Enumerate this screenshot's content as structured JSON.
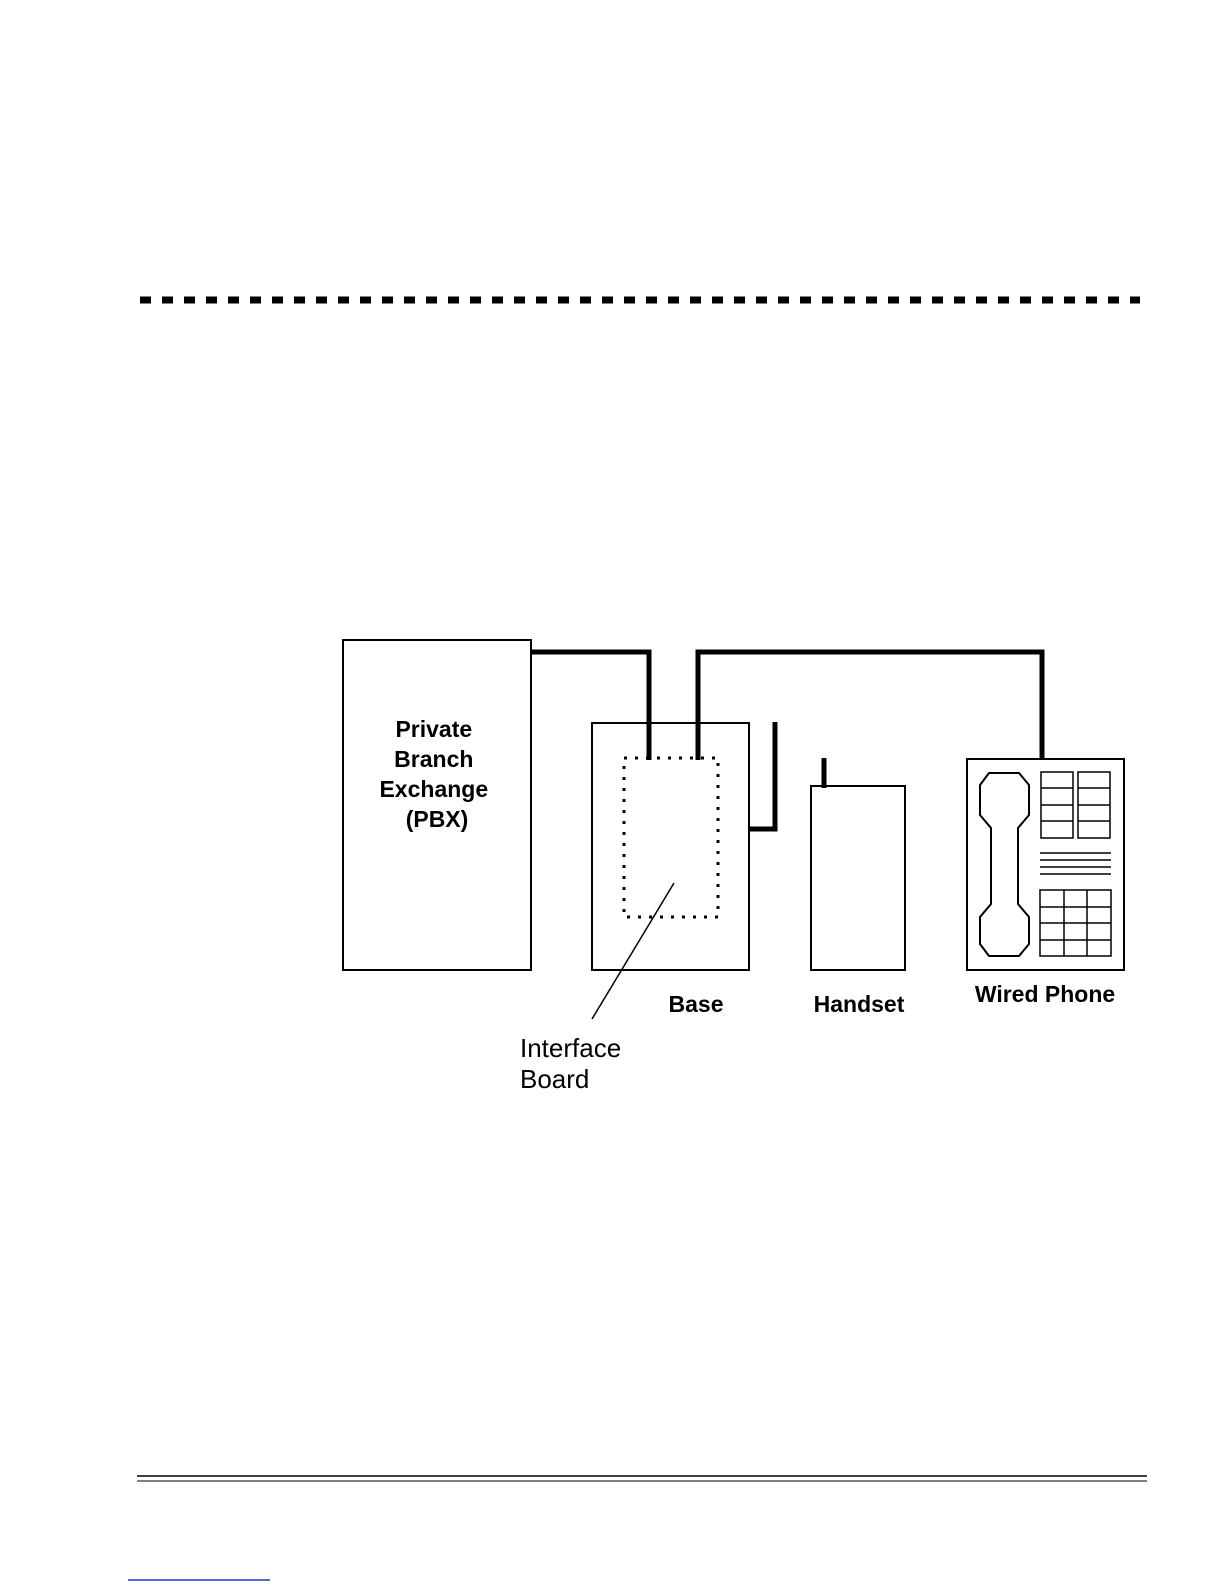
{
  "diagram": {
    "pbx": {
      "lines": [
        "Private",
        "Branch",
        "Exchange",
        "(PBX)"
      ]
    },
    "base": {
      "label": "Base"
    },
    "handset": {
      "label": "Handset"
    },
    "wired_phone": {
      "label": "Wired Phone"
    },
    "interface_board": {
      "lines": [
        "Interface",
        "Board"
      ]
    }
  },
  "colors": {
    "ink": "#000000",
    "background": "#ffffff",
    "footer_link": "#2233cc"
  }
}
